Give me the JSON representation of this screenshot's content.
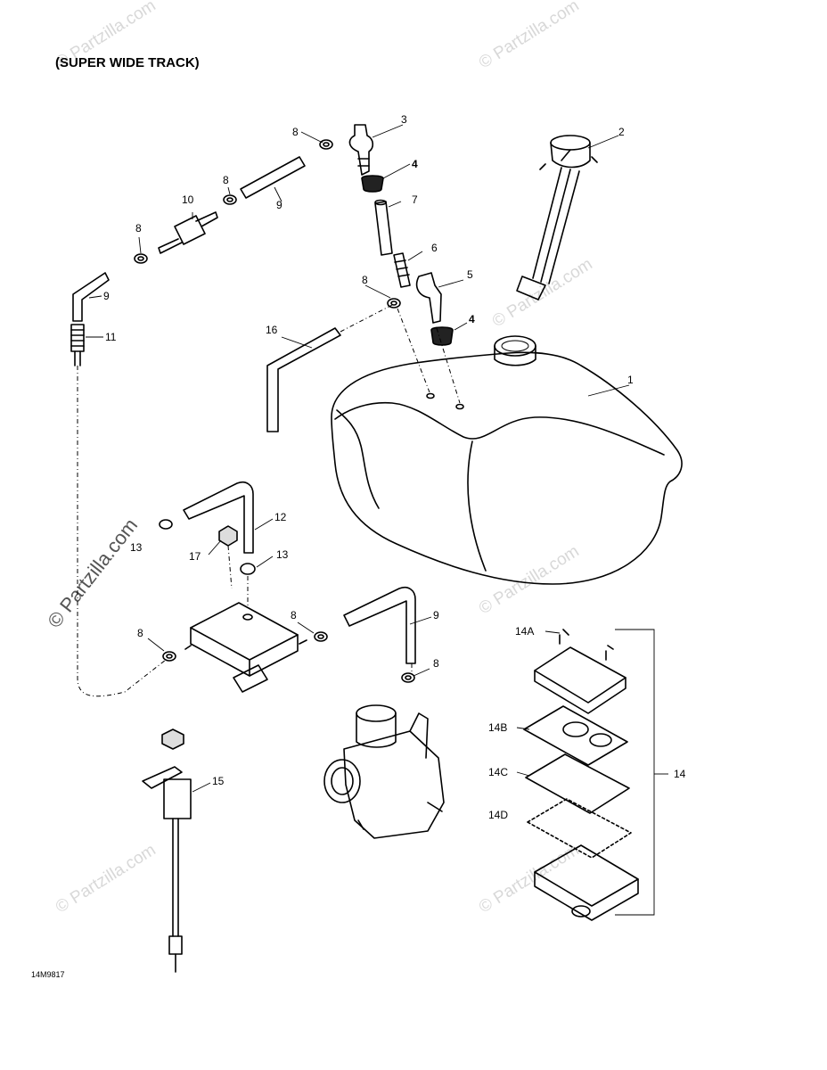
{
  "title": "(SUPER WIDE TRACK)",
  "drawing_code": "14M9817",
  "watermarks": {
    "text": "© Partzilla.com",
    "main_text": "© Partzilla.com"
  },
  "callouts": {
    "c1": "1",
    "c2": "2",
    "c3": "3",
    "c4a": "4",
    "c4b": "4",
    "c5": "5",
    "c6": "6",
    "c7": "7",
    "c8a": "8",
    "c8b": "8",
    "c8c": "8",
    "c8d": "8",
    "c8e": "8",
    "c8f": "8",
    "c8g": "8",
    "c9a": "9",
    "c9b": "9",
    "c9c": "9",
    "c10": "10",
    "c11": "11",
    "c12": "12",
    "c13a": "13",
    "c13b": "13",
    "c14": "14",
    "c14a": "14A",
    "c14b": "14B",
    "c14c": "14C",
    "c14d": "14D",
    "c15": "15",
    "c16": "16",
    "c17": "17"
  }
}
